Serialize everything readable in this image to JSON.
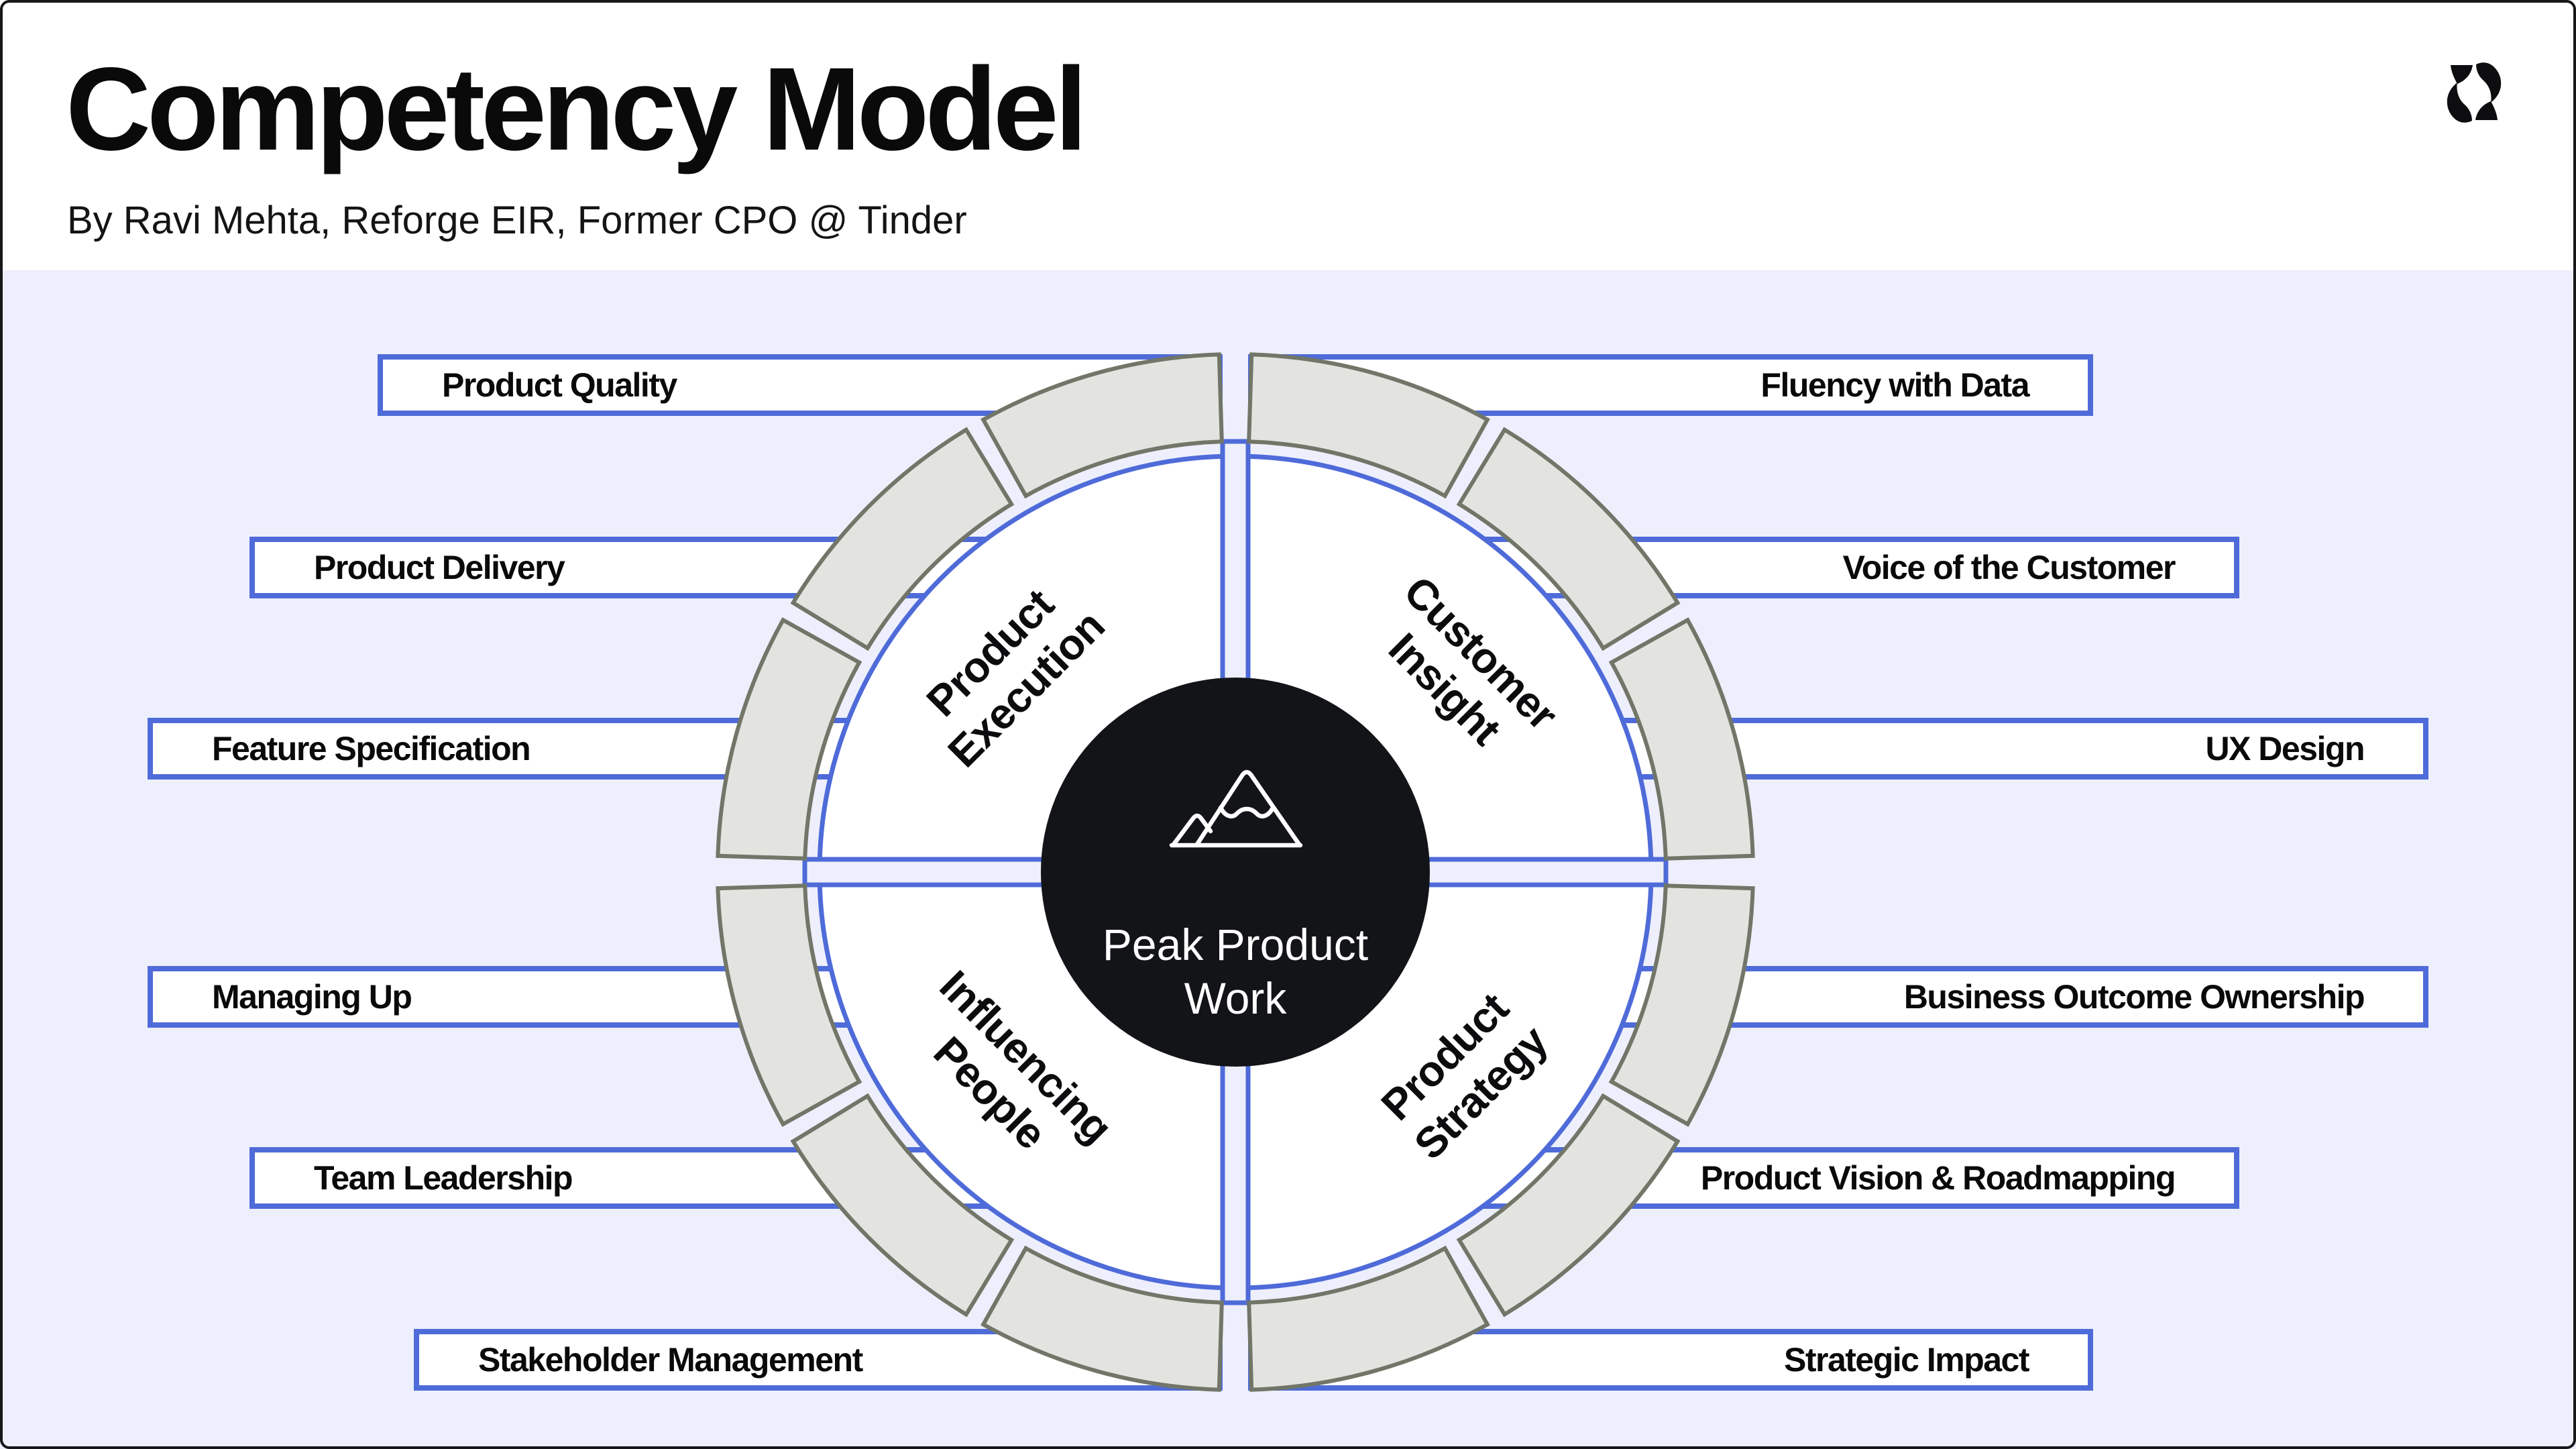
{
  "header": {
    "title": "Competency Model",
    "subtitle": "By Ravi Mehta, Reforge EIR, Former CPO @ Tinder"
  },
  "wheel": {
    "center": {
      "line1": "Peak Product",
      "line2": "Work"
    },
    "quadrants": [
      {
        "id": "product-execution",
        "line1": "Product",
        "line2": "Execution"
      },
      {
        "id": "customer-insight",
        "line1": "Customer",
        "line2": "Insight"
      },
      {
        "id": "influencing-people",
        "line1": "Influencing",
        "line2": "People"
      },
      {
        "id": "product-strategy",
        "line1": "Product",
        "line2": "Strategy"
      }
    ]
  },
  "competencies": {
    "left": [
      "Product Quality",
      "Product Delivery",
      "Feature Specification",
      "Managing Up",
      "Team Leadership",
      "Stakeholder Management"
    ],
    "right": [
      "Fluency with Data",
      "Voice of the Customer",
      "UX Design",
      "Business Outcome Ownership",
      "Product Vision & Roadmapping",
      "Strategic Impact"
    ]
  },
  "icons": {
    "logo": "reforge-logo",
    "center": "mountain-peak-icon"
  },
  "colors": {
    "accent": "#4f6bd9",
    "lavender": "#edeffc",
    "ringFill": "#e3e3e0",
    "ringStroke": "#717668",
    "centerDark": "#131418",
    "textDark": "#0a0a0c"
  }
}
